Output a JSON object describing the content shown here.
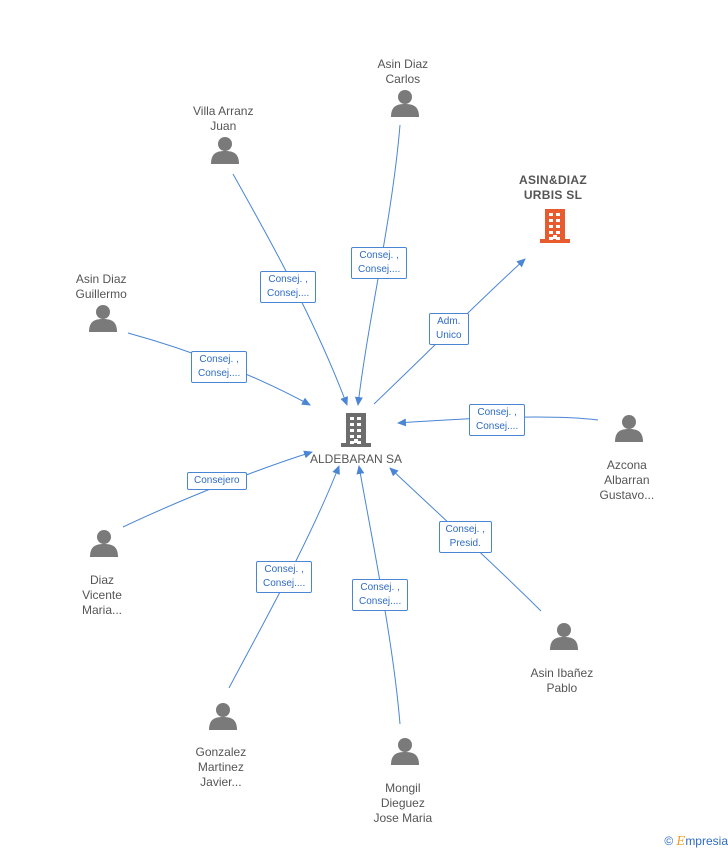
{
  "center": {
    "name": "ALDEBARAN SA"
  },
  "company": {
    "name_lines": [
      "ASIN&DIAZ",
      "URBIS  SL"
    ],
    "color": "#e85b2e"
  },
  "persons": [
    {
      "id": "asin-diaz-carlos",
      "lines": [
        "Asin Diaz",
        "Carlos"
      ],
      "role": [
        "Consej. ,",
        "Consej...."
      ]
    },
    {
      "id": "villa-arranz-juan",
      "lines": [
        "Villa Arranz",
        "Juan"
      ],
      "role": [
        "Consej. ,",
        "Consej...."
      ]
    },
    {
      "id": "asin-diaz-guillermo",
      "lines": [
        "Asin Diaz",
        "Guillermo"
      ],
      "role": [
        "Consej. ,",
        "Consej...."
      ]
    },
    {
      "id": "azcona-albarran-gustavo",
      "lines": [
        "Azcona",
        "Albarran",
        "Gustavo..."
      ],
      "role": [
        "Consej. ,",
        "Consej...."
      ]
    },
    {
      "id": "diaz-vicente-maria",
      "lines": [
        "Diaz",
        "Vicente",
        "Maria..."
      ],
      "role": [
        "Consejero"
      ]
    },
    {
      "id": "asin-ibanez-pablo",
      "lines": [
        "Asin Ibañez",
        "Pablo"
      ],
      "role": [
        "Consej. ,",
        "Presid."
      ]
    },
    {
      "id": "gonzalez-martinez-javier",
      "lines": [
        "Gonzalez",
        "Martinez",
        "Javier..."
      ],
      "role": [
        "Consej. ,",
        "Consej...."
      ]
    },
    {
      "id": "mongil-dieguez-jose-maria",
      "lines": [
        "Mongil",
        "Dieguez",
        "Jose Maria"
      ],
      "role": [
        "Consej. ,",
        "Consej...."
      ]
    }
  ],
  "company_edge": {
    "role": [
      "Adm.",
      "Unico"
    ]
  },
  "brand": {
    "copyright": "©",
    "e": "E",
    "rest": "mpresia"
  },
  "colors": {
    "edge": "#4a86d4",
    "person_icon": "#7a7a7a",
    "center_icon": "#6d6d6d",
    "company_icon": "#e85b2e"
  }
}
